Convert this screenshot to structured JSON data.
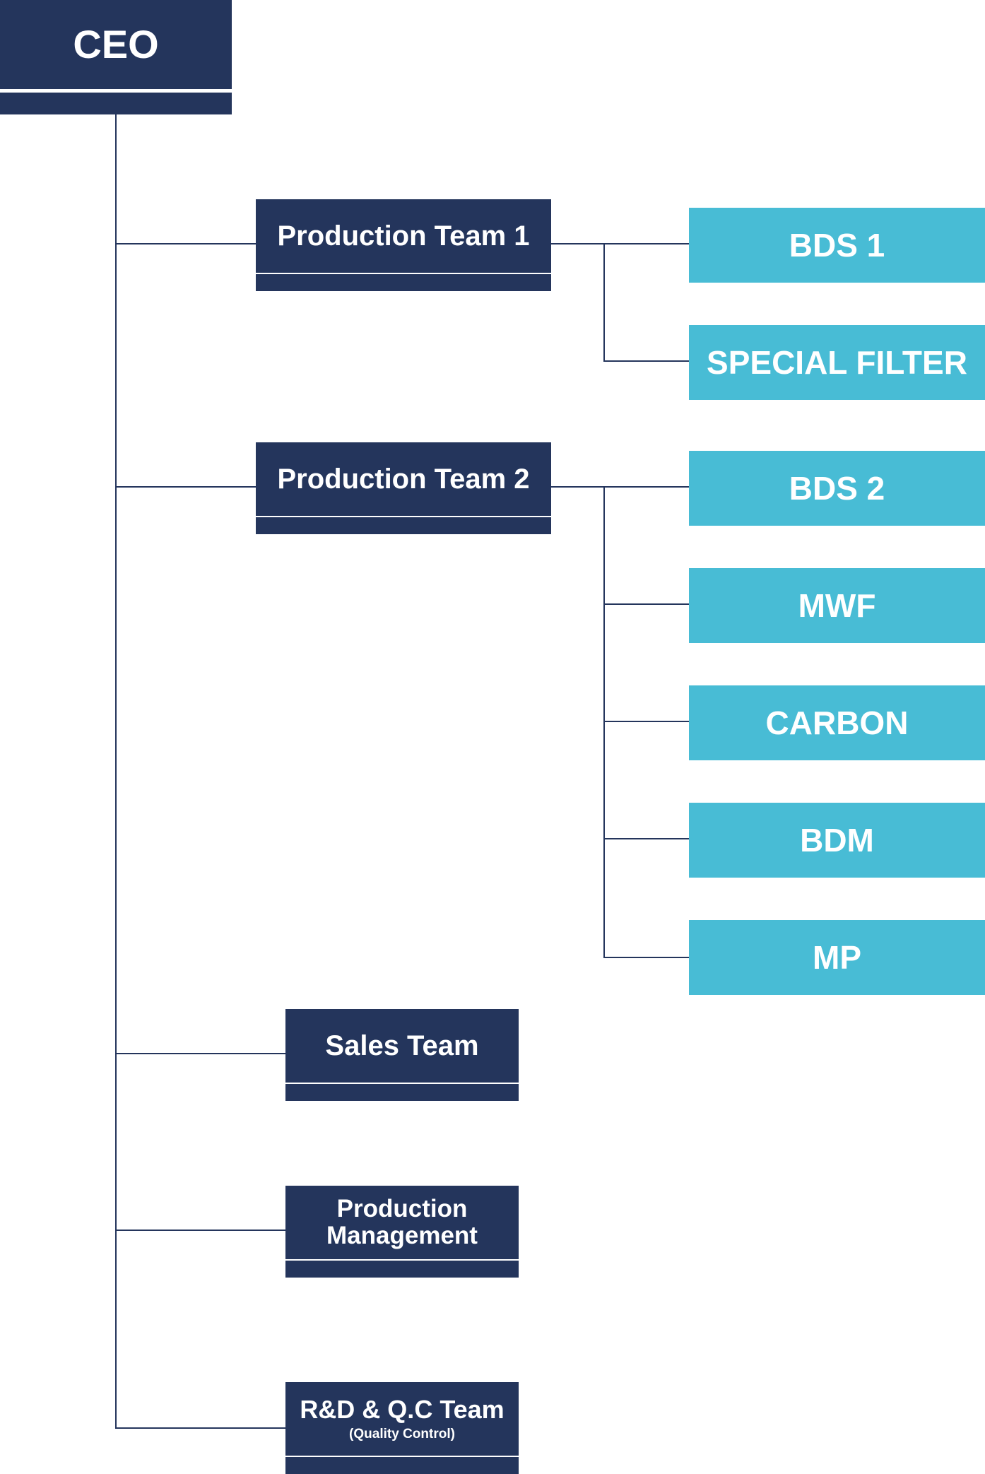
{
  "colors": {
    "navy": "#24355c",
    "teal": "#48bcd5",
    "text": "#ffffff",
    "background": "#ffffff"
  },
  "ceo": {
    "label": "CEO"
  },
  "teams": [
    {
      "label": "Production Team 1"
    },
    {
      "label": "Production Team 2"
    },
    {
      "label": "Sales Team"
    },
    {
      "label_line1": "Production",
      "label_line2": "Management"
    },
    {
      "label": "R&D & Q.C Team",
      "sublabel": "(Quality Control)"
    }
  ],
  "team1_units": [
    {
      "label": "BDS 1"
    },
    {
      "label": "SPECIAL FILTER"
    }
  ],
  "team2_units": [
    {
      "label": "BDS 2"
    },
    {
      "label": "MWF"
    },
    {
      "label": "CARBON"
    },
    {
      "label": "BDM"
    },
    {
      "label": "MP"
    }
  ]
}
